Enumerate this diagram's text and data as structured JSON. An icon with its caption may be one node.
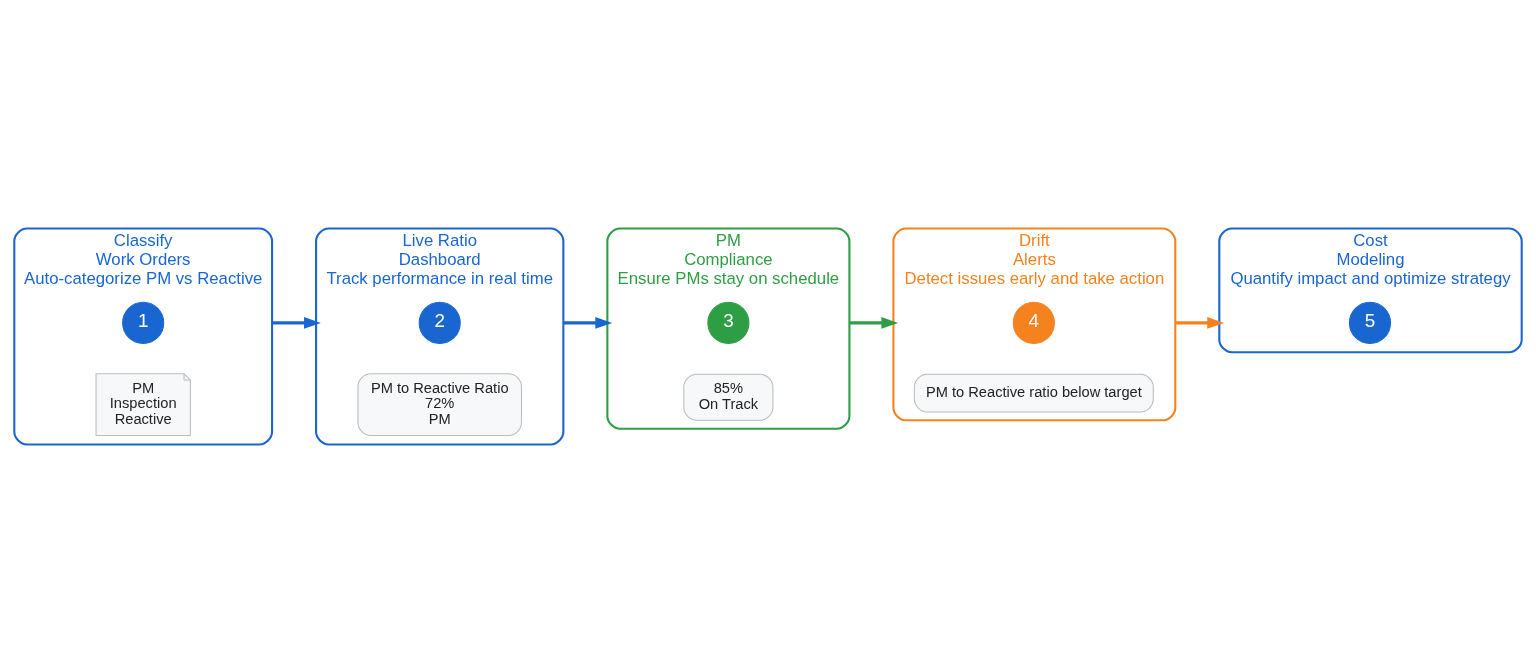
{
  "diagram": {
    "nodes": [
      {
        "text": [
          "Classify",
          "Work Orders",
          "Auto-categorize PM vs Reactive"
        ]
      },
      {
        "text": [
          "1"
        ],
        "in": 0
      },
      {
        "text": [
          "PM",
          "Inspection",
          "Reactive"
        ],
        "in": 0
      },
      {
        "text": [
          "Live Ratio",
          "Dashboard",
          "Track performance in real time"
        ]
      },
      {
        "text": [
          "2"
        ],
        "in": 3
      },
      {
        "text": [
          "PM to Reactive Ratio",
          "72%",
          "PM"
        ],
        "in": 3
      },
      {
        "text": [
          "PM",
          "Compliance",
          "Ensure PMs stay on schedule"
        ]
      },
      {
        "text": [
          "3"
        ],
        "in": 6
      },
      {
        "text": [
          "85%",
          "On Track"
        ],
        "in": 6
      },
      {
        "text": [
          "Drift",
          "Alerts",
          "Detect issues early and take action"
        ]
      },
      {
        "text": [
          "4"
        ],
        "in": 9
      },
      {
        "text": [
          "PM to Reactive ratio below target"
        ],
        "in": 9
      },
      {
        "text": [
          "Cost",
          "Modeling",
          "Quantify impact and optimize strategy"
        ]
      },
      {
        "text": [
          "5"
        ],
        "in": 12
      }
    ],
    "edges": [
      {
        "from": 0,
        "to": 3,
        "arrow": "to"
      },
      {
        "from": 3,
        "to": 6,
        "arrow": "to"
      },
      {
        "from": 6,
        "to": 9,
        "arrow": "to",
        "color": "#2e9e44"
      },
      {
        "from": 9,
        "to": 12,
        "arrow": "to",
        "color": "#f5821f"
      }
    ]
  }
}
